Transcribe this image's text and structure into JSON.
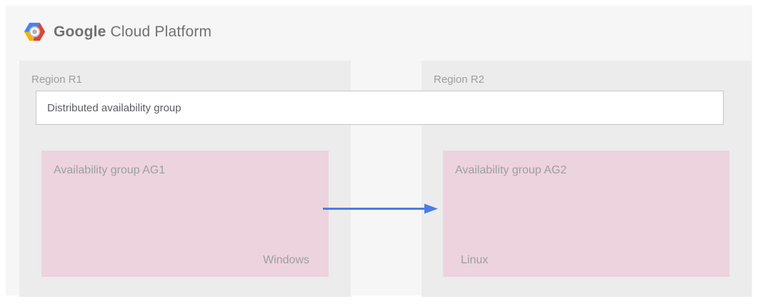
{
  "header": {
    "logo_icon": "gcp-hexagon-logo",
    "brand_google": "Google",
    "brand_suffix": "Cloud Platform"
  },
  "diagram": {
    "distributed_group_label": "Distributed availability group",
    "regions": [
      {
        "label": "Region R1",
        "ag_label": "Availability group AG1",
        "os_label": "Windows"
      },
      {
        "label": "Region R2",
        "ag_label": "Availability group AG2",
        "os_label": "Linux"
      }
    ],
    "arrow": {
      "direction": "left-to-right",
      "from": "Availability group AG1",
      "to": "Availability group AG2",
      "color": "#4a7ce6"
    }
  },
  "colors": {
    "page_bg": "#ffffff",
    "canvas_bg": "#f6f6f6",
    "region_bg": "#ececec",
    "availability_group_bg": "#ecd3de",
    "distributed_box_bg": "#ffffff",
    "distributed_box_border": "#c6c6c6",
    "label_gray": "#9e9e9e",
    "distributed_text": "#5c5e62",
    "brand_text": "#717171",
    "logo_blue": "#4285f4",
    "logo_red": "#db4437",
    "logo_yellow": "#f4b400",
    "logo_core_gray": "#b3b3b3"
  }
}
